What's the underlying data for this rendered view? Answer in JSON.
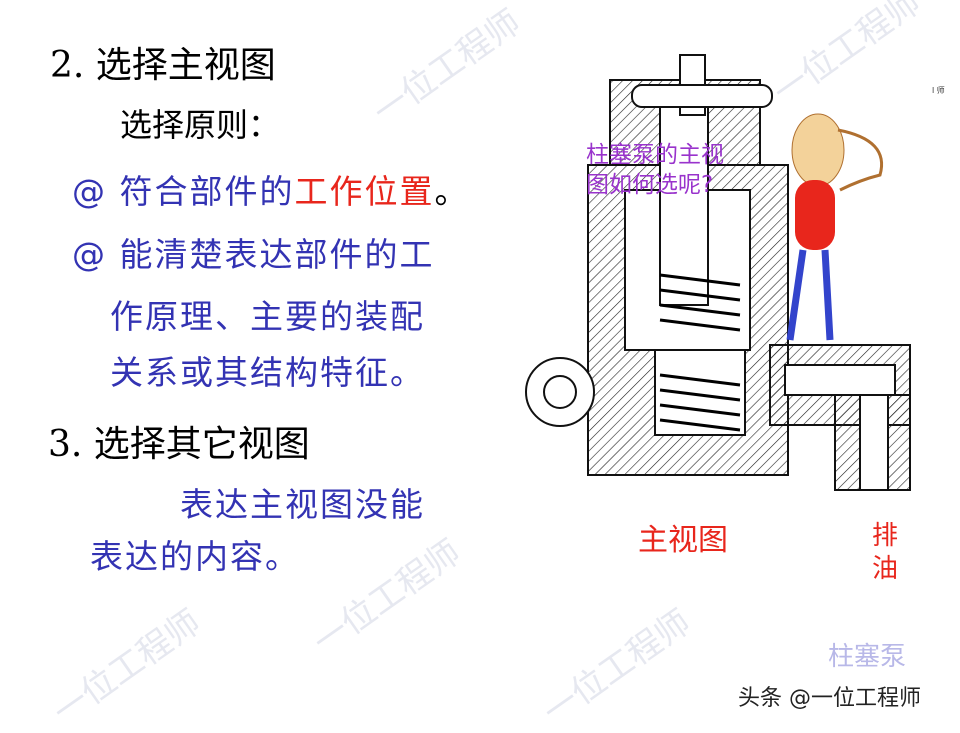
{
  "slide": {
    "heading2": "2. 选择主视图",
    "principle_label": "选择原则：",
    "bullet1_prefix": "@ 符合部件的",
    "bullet1_highlight": "工作位置",
    "bullet1_suffix": "。",
    "bullet2_line1": "@ 能清楚表达部件的工",
    "bullet2_line2": "作原理、主要的装配",
    "bullet2_line3": "关系或其结构特征。",
    "heading3": "3. 选择其它视图",
    "other_line1": "表达主视图没能",
    "other_line2": "表达的内容。"
  },
  "drawing": {
    "question_line1": "柱塞泵的主视",
    "question_line2": "图如何选呢?",
    "caption": "主视图",
    "drain_line1": "排",
    "drain_line2": "油",
    "faded_label": "柱塞泵",
    "corner_mark": "l 师"
  },
  "watermark": {
    "text": "一位工程师",
    "credit": "头条 @一位工程师"
  },
  "colors": {
    "blue": "#3333b3",
    "red": "#e8261c",
    "purple": "#9933cc"
  }
}
